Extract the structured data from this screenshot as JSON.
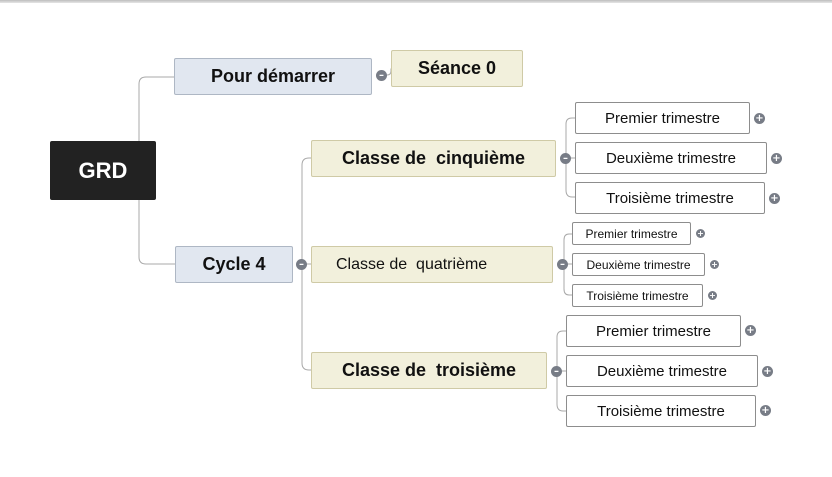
{
  "root": {
    "label": "GRD"
  },
  "branches": {
    "start": {
      "label": "Pour démarrer",
      "children": [
        {
          "label": "Séance 0"
        }
      ]
    },
    "cycle": {
      "label": "Cycle 4",
      "classes": [
        {
          "label": "Classe de  cinquième",
          "terms": [
            {
              "label": "Premier trimestre"
            },
            {
              "label": "Deuxième trimestre"
            },
            {
              "label": "Troisième trimestre"
            }
          ]
        },
        {
          "label": "Classe de  quatrième",
          "terms": [
            {
              "label": "Premier trimestre"
            },
            {
              "label": "Deuxième trimestre"
            },
            {
              "label": "Troisième trimestre"
            }
          ]
        },
        {
          "label": "Classe de  troisième",
          "terms": [
            {
              "label": "Premier trimestre"
            },
            {
              "label": "Deuxième trimestre"
            },
            {
              "label": "Troisième trimestre"
            }
          ]
        }
      ]
    }
  },
  "icons": {
    "collapse": "minus-circle-icon",
    "expand": "plus-circle-icon"
  },
  "colors": {
    "root_bg": "#222222",
    "branch_bg": "#e1e7f0",
    "class_bg": "#f2f0dc",
    "connector": "#a8a8a8",
    "toggle": "#777c86"
  }
}
